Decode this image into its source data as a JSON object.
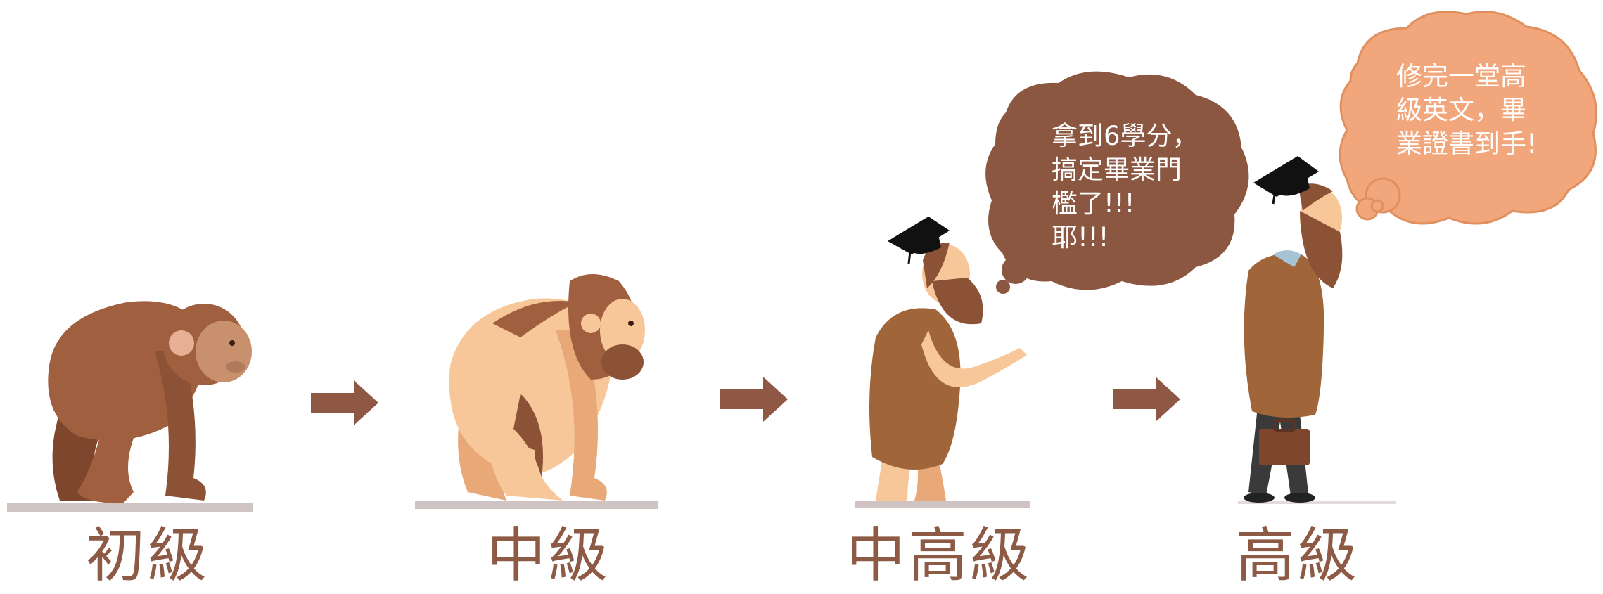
{
  "colors": {
    "label": "#8d5a45",
    "arrow": "#8e5844",
    "bubble_dark": "#8b5741",
    "bubble_light": "#f2a67b",
    "fur": "#a0603f",
    "fur_dark": "#7e472d",
    "skin": "#f7c79a",
    "skin_shadow": "#e8a878",
    "ground": "#cfc3c3",
    "coat": "#a0663a",
    "cap": "#111111"
  },
  "stages": [
    {
      "label": "初級",
      "figure": "crouching-ape"
    },
    {
      "label": "中級",
      "figure": "hunched-early-human"
    },
    {
      "label": "中高級",
      "figure": "caveman-with-graduation-cap"
    },
    {
      "label": "高級",
      "figure": "modern-man-with-graduation-cap-and-briefcase"
    }
  ],
  "arrows": [
    "right-arrow",
    "right-arrow",
    "right-arrow"
  ],
  "bubbles": [
    {
      "text": "拿到6學分，\n搞定畢業門\n檻了!!!\n耶!!!",
      "style": "dark"
    },
    {
      "text": "修完一堂高\n級英文，畢\n業證書到手!",
      "style": "light"
    }
  ]
}
